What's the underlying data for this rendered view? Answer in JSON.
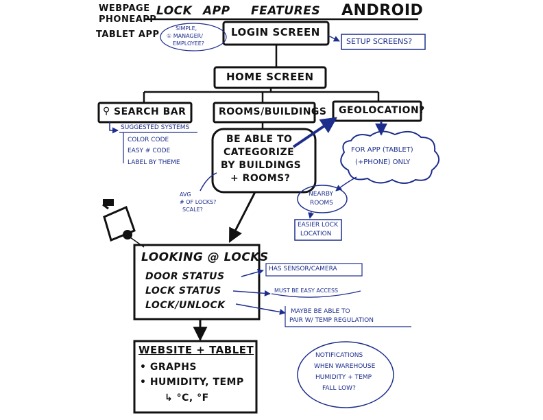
{
  "header": {
    "platforms": [
      "WEBPAGE",
      "PHONEAPP",
      "TABLET APP"
    ],
    "title_lock": "LOCK",
    "title_app": "APP",
    "title_features": "FEATURES",
    "title_android": "ANDROID"
  },
  "login": {
    "label": "LOGIN SCREEN",
    "note_lines": [
      "SIMPLE,",
      "① MANAGER/",
      "EMPLOYEE?"
    ],
    "setup": "SETUP SCREENS?"
  },
  "home": {
    "label": "HOME SCREEN"
  },
  "search": {
    "label": "SEARCH BAR",
    "suggested": "SUGGESTED SYSTEMS",
    "items": [
      "COLOR CODE",
      "EASY # CODE",
      "LABEL BY THEME"
    ]
  },
  "rooms": {
    "label": "ROOMS/BUILDINGS",
    "categorize": [
      "BE ABLE TO",
      "CATEGORIZE",
      "BY BUILDINGS",
      "+ ROOMS?"
    ],
    "avg_note": [
      "AVG",
      "# OF LOCKS?",
      "SCALE?"
    ]
  },
  "geo": {
    "label": "GEOLOCATION?",
    "cloud": [
      "FOR APP (TABLET)",
      "(+PHONE) ONLY"
    ],
    "nearby": [
      "NEARBY",
      "ROOMS"
    ],
    "easier": [
      "EASIER LOCK",
      "LOCATION"
    ]
  },
  "locks": {
    "title": "LOOKING @ LOCKS",
    "items": [
      "DOOR STATUS",
      "LOCK STATUS",
      "LOCK/UNLOCK"
    ],
    "notes": [
      "HAS SENSOR/CAMERA",
      "MUST BE EASY ACCESS"
    ],
    "temp_note": [
      "MAYBE BE ABLE TO",
      "PAIR W/ TEMP REGULATION"
    ]
  },
  "website": {
    "title": "WEBSITE + TABLET",
    "items": [
      "• GRAPHS",
      "• HUMIDITY, TEMP",
      "↳ °C, °F"
    ]
  },
  "notifications": {
    "lines": [
      "NOTIFICATIONS",
      "WHEN WAREHOUSE",
      "HUMIDITY + TEMP",
      "FALL LOW?"
    ]
  },
  "colors": {
    "ink": "#111111",
    "blue_ink": "#1d2d8c",
    "paper": "#ffffff"
  }
}
